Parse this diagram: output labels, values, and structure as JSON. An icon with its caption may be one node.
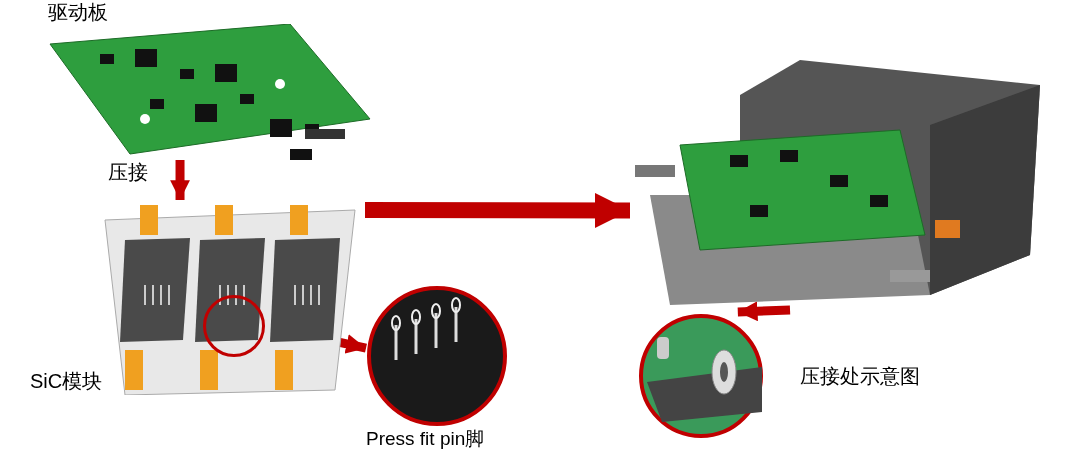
{
  "diagram": {
    "nodes": [
      {
        "text": [
          "驱动板"
        ]
      },
      {
        "text": [
          "SiC模块"
        ]
      },
      {
        "text": [
          "Press fit pin脚"
        ]
      },
      {
        "text": [],
        "shape": "picture"
      },
      {
        "text": [
          "压接处示意图"
        ]
      },
      {
        "text": [],
        "shape": "circle",
        "in": 1
      }
    ],
    "edges": [
      {
        "from": 0,
        "to": 1,
        "arrow": "to",
        "label": "压接"
      },
      {
        "from": 1,
        "to": 3,
        "arrow": "to"
      },
      {
        "from": 5,
        "to": 2,
        "arrow": "to"
      },
      {
        "from": 3,
        "to": 4,
        "arrow": "to"
      }
    ]
  }
}
